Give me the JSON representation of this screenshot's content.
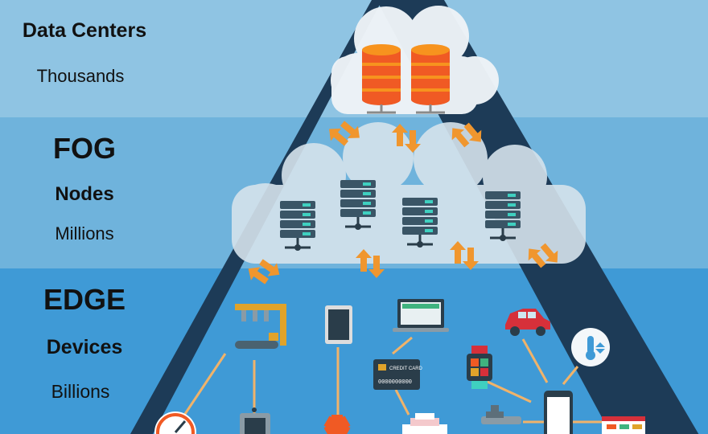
{
  "tiers": {
    "cloud": {
      "title": "Data Centers",
      "scale": "Thousands"
    },
    "fog": {
      "title": "FOG",
      "subtitle": "Nodes",
      "scale": "Millions"
    },
    "edge": {
      "title": "EDGE",
      "subtitle": "Devices",
      "scale": "Billions"
    }
  },
  "device_labels": {
    "card_title": "CREDIT CARD",
    "card_number": "0000000000"
  },
  "colors": {
    "top_band": "#8fc4e3",
    "mid_band": "#6fb3dc",
    "bottom_band": "#3f9ad6",
    "pyramid": "#1d3b57",
    "arrow": "#f0962e",
    "server": "#3a5566",
    "database": "#f05a24"
  }
}
